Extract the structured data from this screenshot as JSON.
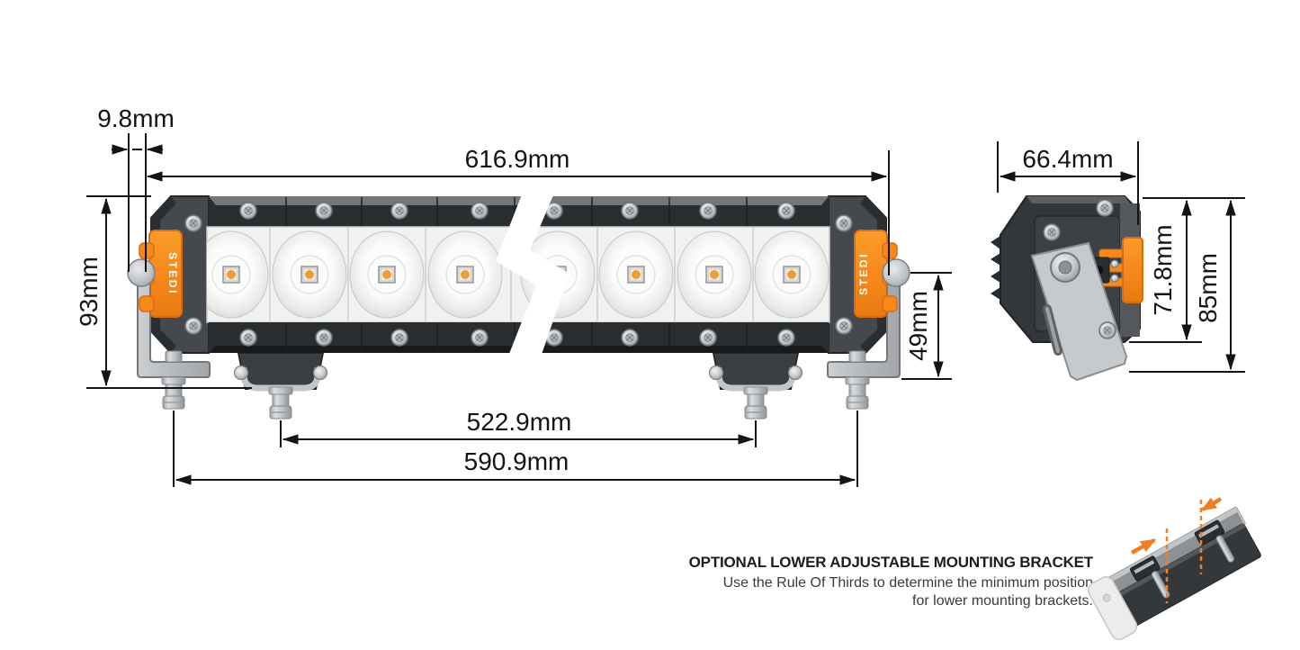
{
  "front_view": {
    "brand_left": "STEDI",
    "brand_right": "STEDI",
    "led_count_visible": 8,
    "dims": {
      "end_offset": "9.8mm",
      "overall_width": "616.9mm",
      "overall_height": "93mm",
      "bracket_drop": "49mm",
      "inner_bolt_spacing": "522.9mm",
      "outer_bolt_spacing": "590.9mm"
    }
  },
  "side_view": {
    "dims": {
      "depth": "66.4mm",
      "body_height": "71.8mm",
      "overall_height": "85mm"
    }
  },
  "note": {
    "title": "OPTIONAL LOWER ADJUSTABLE MOUNTING BRACKET",
    "line1": "Use the Rule Of Thirds to determine the minimum position",
    "line2": "for lower mounting brackets."
  },
  "colors": {
    "accent_orange": "#F6881C",
    "housing_dark": "#2E3134",
    "bracket_silver": "#BFC2C5",
    "dimension_line": "#141414"
  }
}
